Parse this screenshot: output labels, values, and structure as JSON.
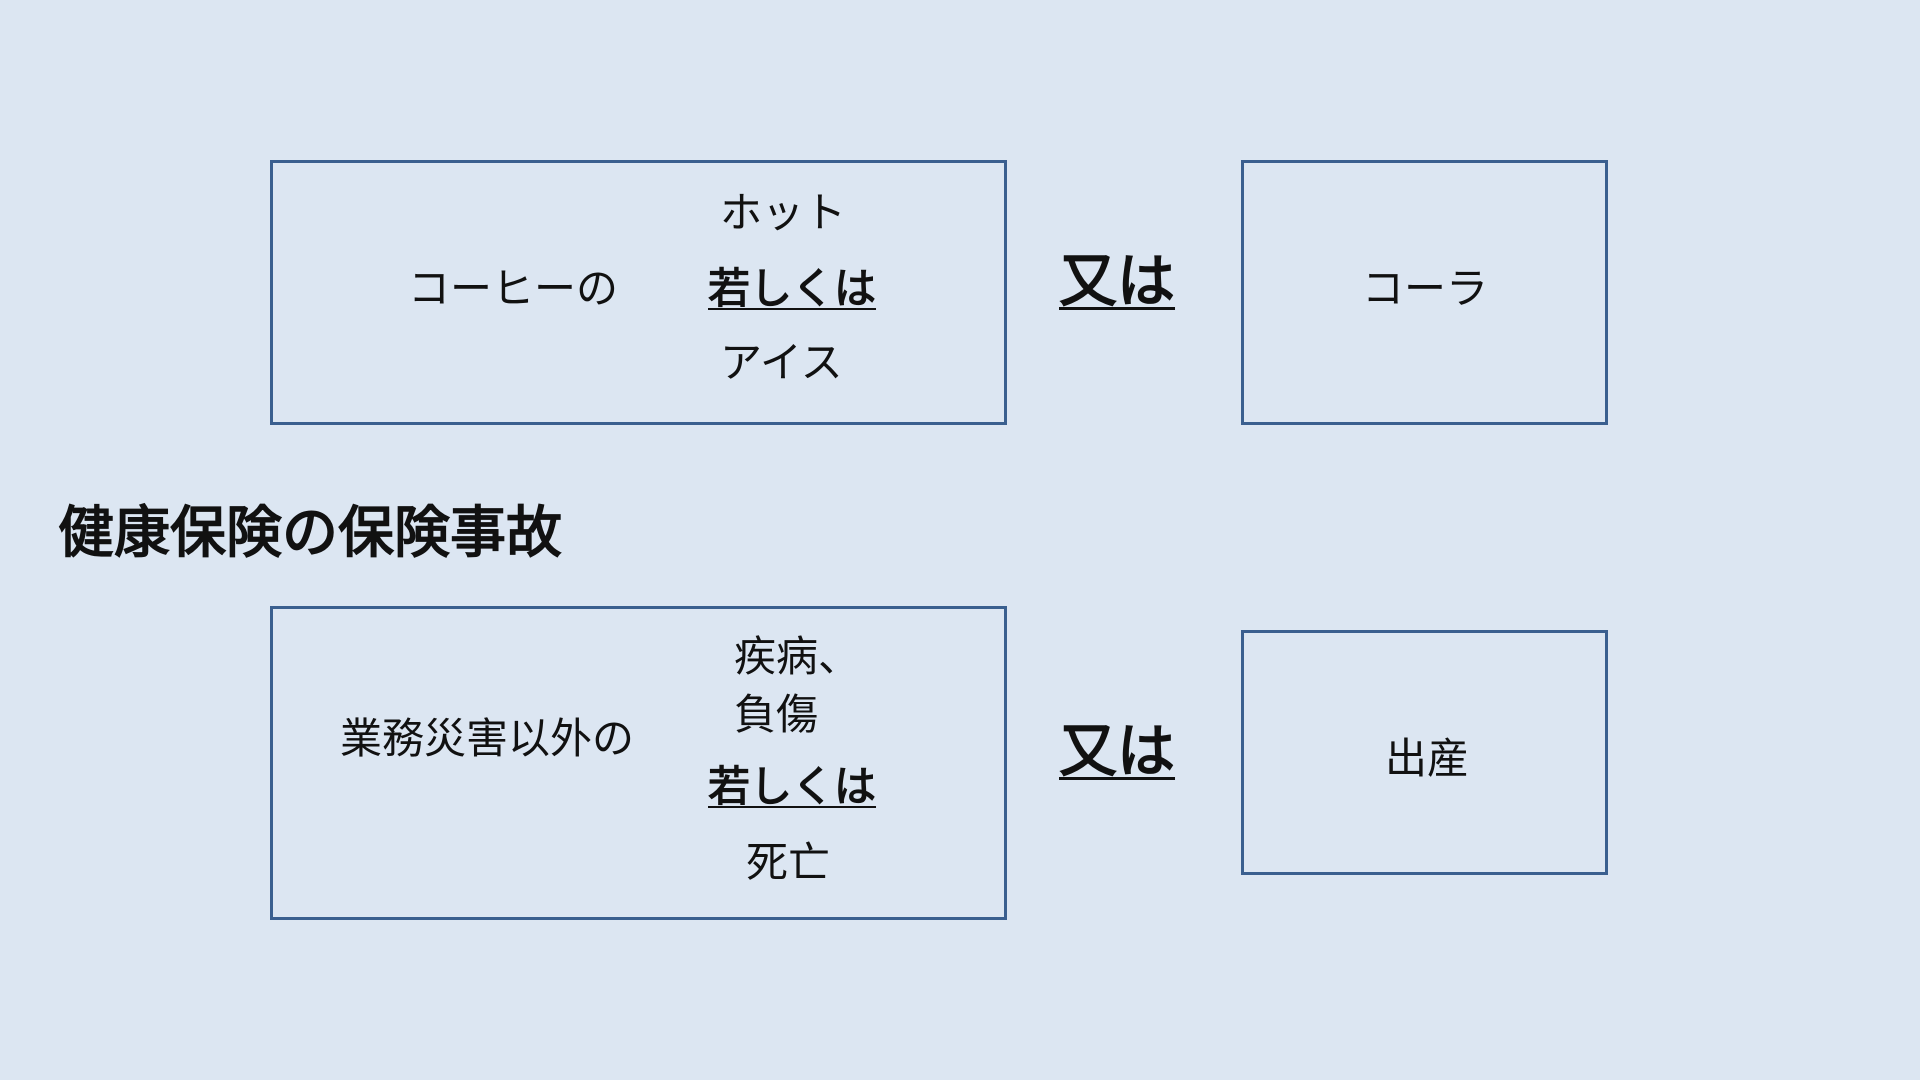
{
  "example": {
    "left_prefix": "コーヒーの",
    "option_a": "ホット",
    "connector_inner": "若しくは",
    "option_b": "アイス",
    "connector_outer": "又は",
    "right": "コーラ"
  },
  "section_title": "健康保険の保険事故",
  "insurance": {
    "left_prefix": "業務災害以外の",
    "option_a_line1": "疾病、",
    "option_a_line2": "負傷",
    "connector_inner": "若しくは",
    "option_b": "死亡",
    "connector_outer": "又は",
    "right": "出産"
  },
  "colors": {
    "background": "#dce6f2",
    "border": "#3a5f8f",
    "text": "#111111"
  }
}
